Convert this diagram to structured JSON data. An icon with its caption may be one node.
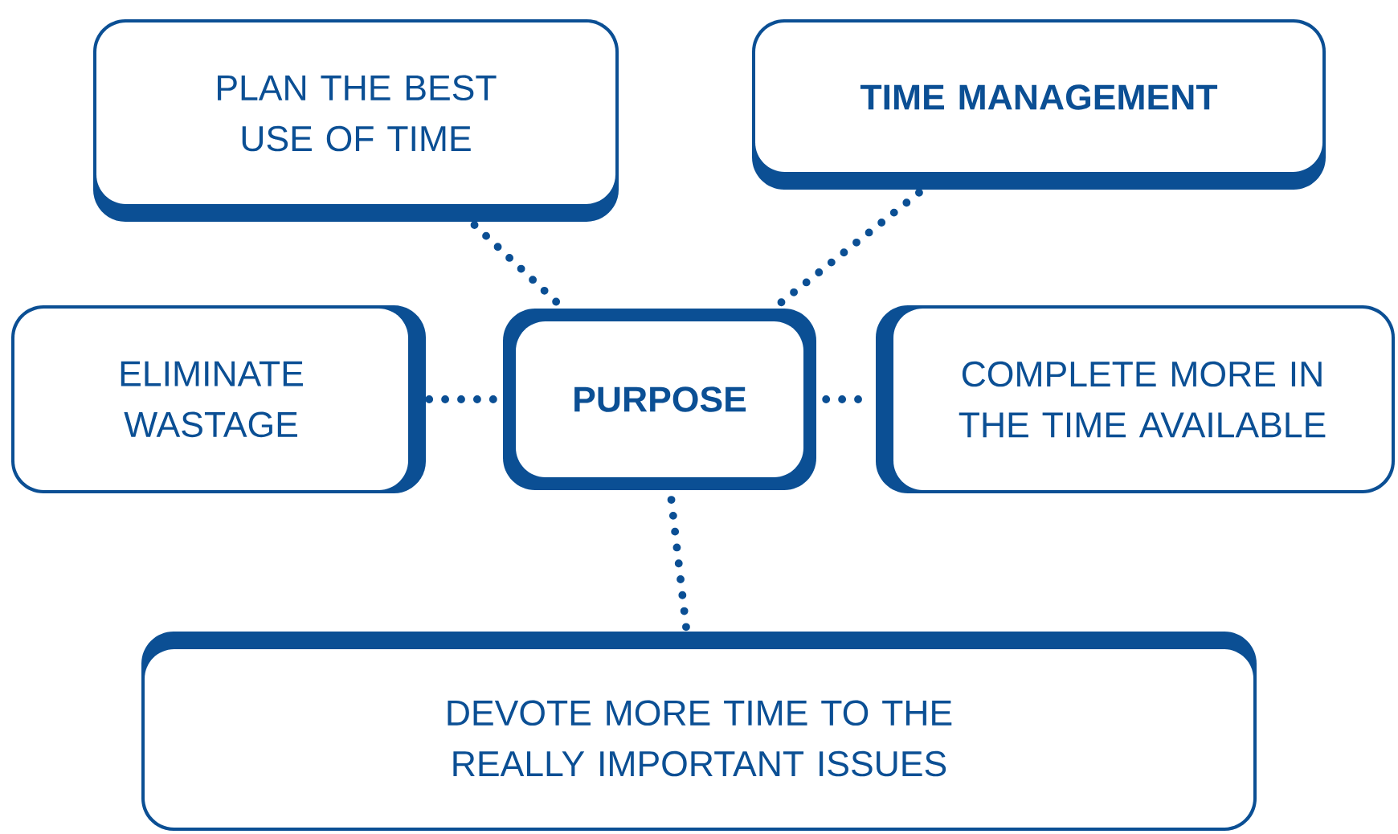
{
  "diagram": {
    "nodes": [
      {
        "text": [
          "PLAN THE BEST USE OF TIME"
        ]
      },
      {
        "text": [
          "TIME MANAGEMENT"
        ]
      },
      {
        "text": [
          "ELIMINATE WASTAGE"
        ]
      },
      {
        "text": [
          "PURPOSE"
        ]
      },
      {
        "text": [
          "COMPLETE MORE IN THE TIME AVAILABLE"
        ]
      },
      {
        "text": [
          "DEVOTE MORE TIME TO THE REALLY IMPORTANT ISSUES"
        ]
      }
    ],
    "edges": [
      {
        "from": 3,
        "to": 0,
        "arrow": "none"
      },
      {
        "from": 3,
        "to": 1,
        "arrow": "none"
      },
      {
        "from": 3,
        "to": 2,
        "arrow": "none"
      },
      {
        "from": 3,
        "to": 4,
        "arrow": "none"
      },
      {
        "from": 3,
        "to": 5,
        "arrow": "none"
      }
    ]
  }
}
